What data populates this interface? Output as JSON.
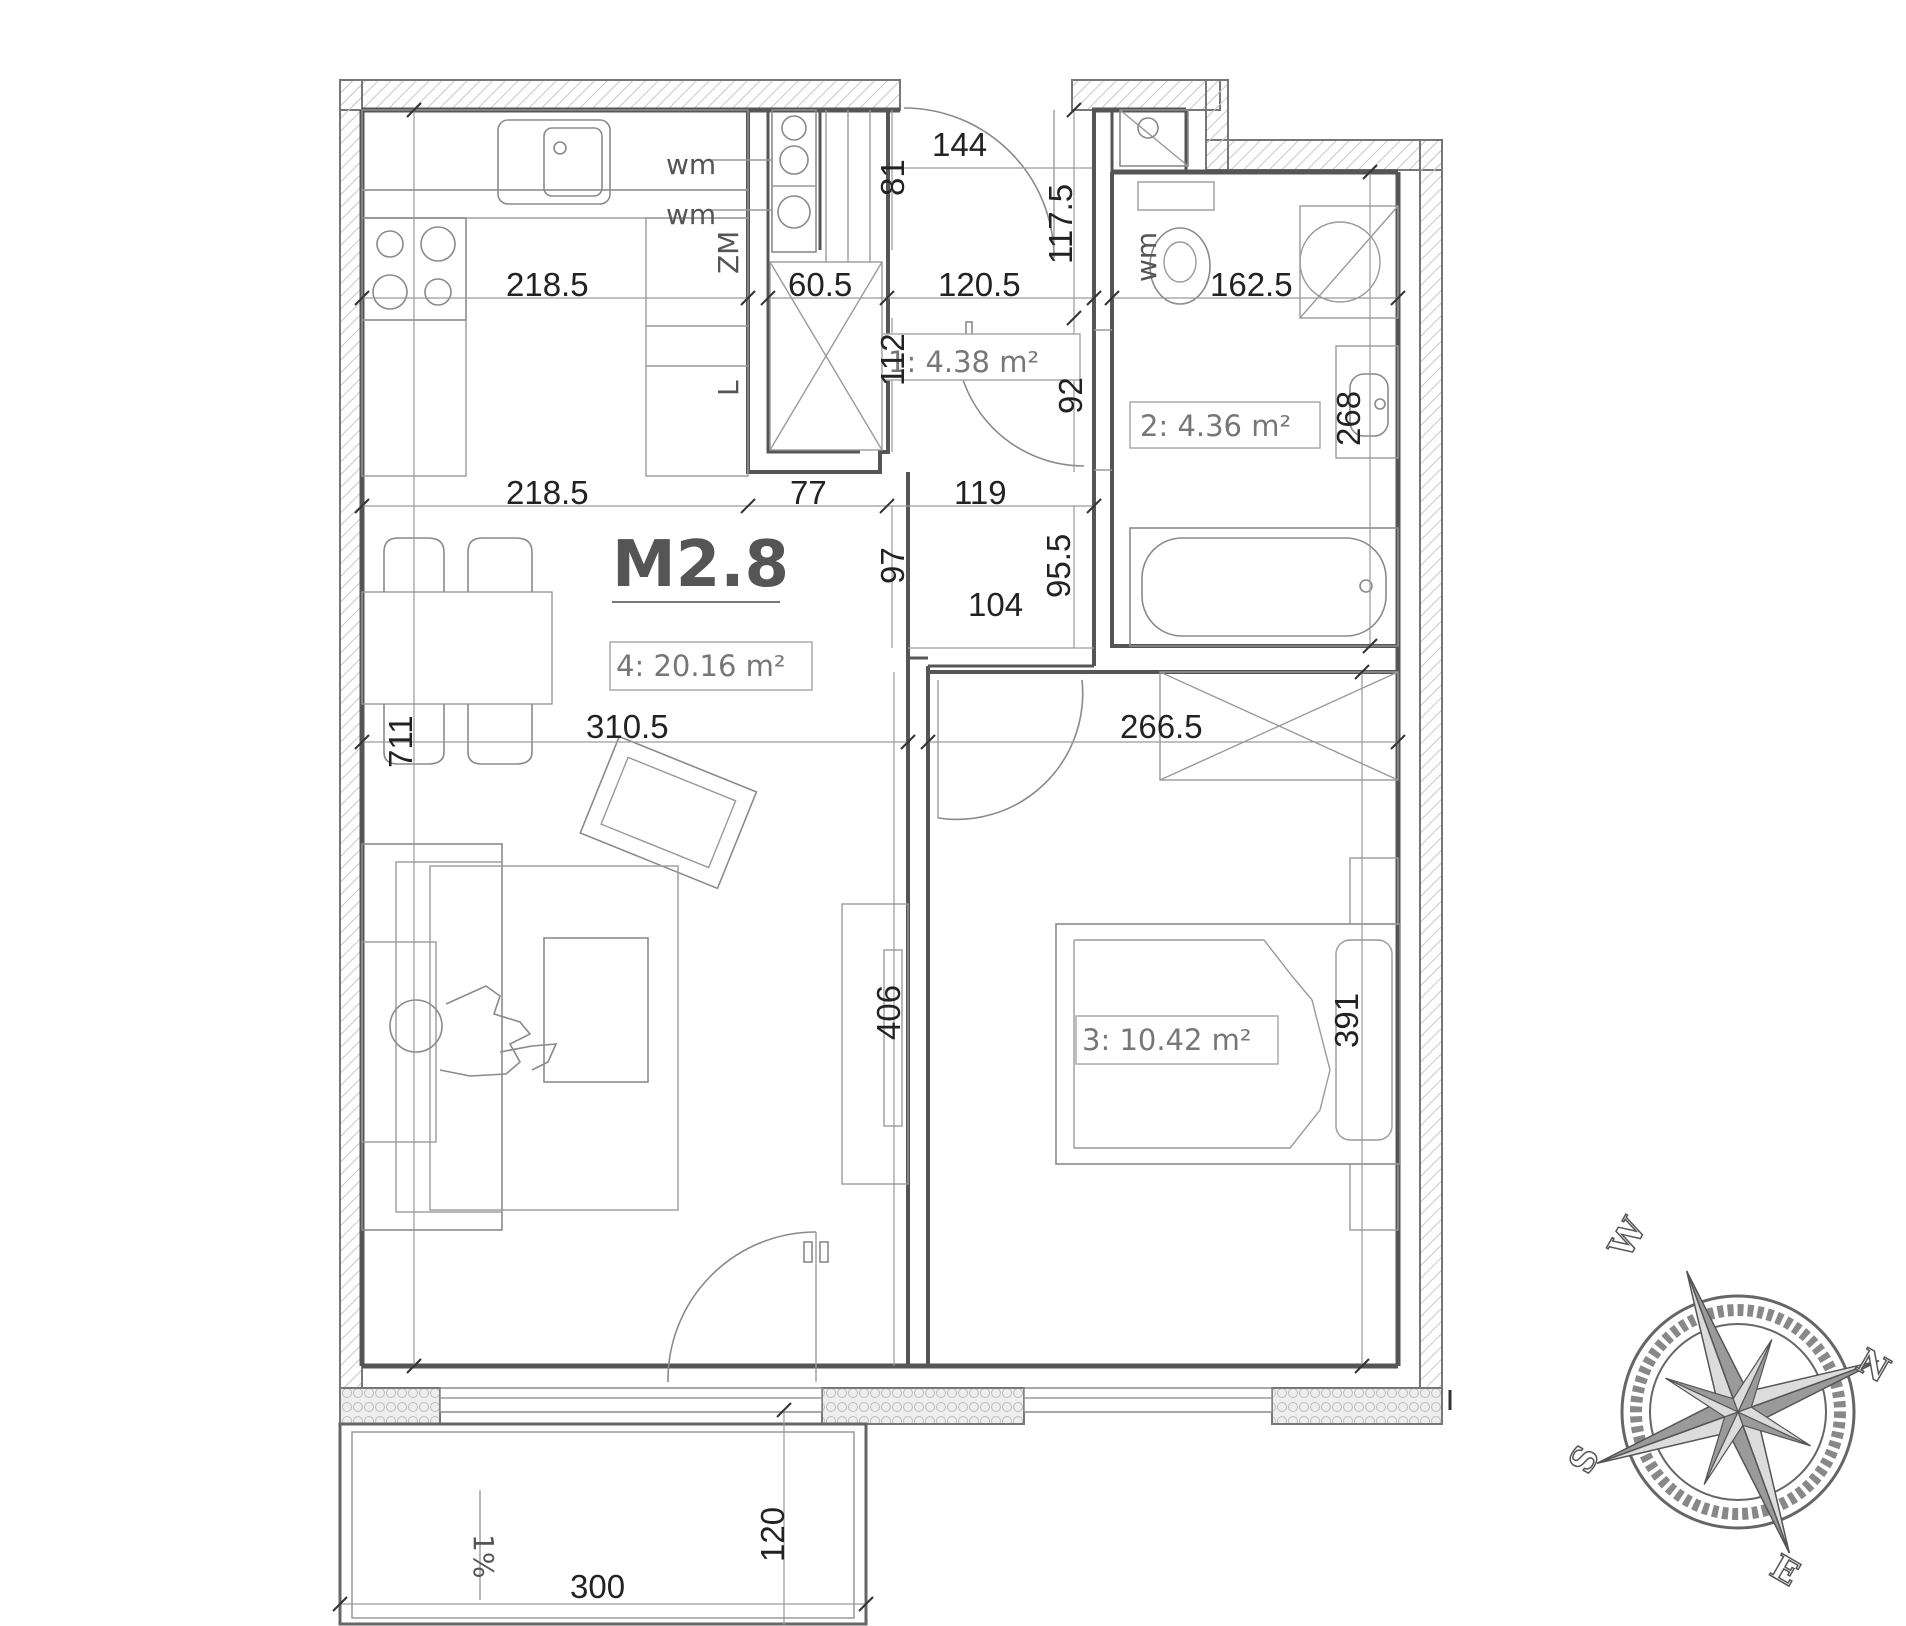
{
  "apartment": {
    "name": "M2.8"
  },
  "rooms": [
    {
      "id": "room-1",
      "label": "1: 4.38 m²"
    },
    {
      "id": "room-2",
      "label": "2: 4.36 m²"
    },
    {
      "id": "room-3",
      "label": "3: 10.42 m²"
    },
    {
      "id": "room-4",
      "label": "4: 20.16 m²"
    }
  ],
  "dimensions": {
    "d_218_5_top": "218.5",
    "d_218_5_bottom": "218.5",
    "d_60_5": "60.5",
    "d_120_5": "120.5",
    "d_144": "144",
    "d_81": "81",
    "d_117_5": "117.5",
    "d_162_5": "162.5",
    "d_112": "112",
    "d_92": "92",
    "d_268": "268",
    "d_77": "77",
    "d_119": "119",
    "d_97": "97",
    "d_95_5": "95.5",
    "d_104": "104",
    "d_711": "711",
    "d_310_5": "310.5",
    "d_266_5": "266.5",
    "d_406": "406",
    "d_391": "391",
    "d_120": "120",
    "d_300": "300"
  },
  "fixture_labels": {
    "wm_1": "wm",
    "wm_2": "wm",
    "wm_bath": "wm",
    "zm": "ZM",
    "l": "L",
    "slope": "1%"
  },
  "compass": {
    "w": "W",
    "n": "N",
    "s": "S",
    "e": "E"
  },
  "colors": {
    "wall": "#555555",
    "hatch": "#c8c8c8",
    "furniture": "#8a8a8a",
    "dimension_text": "#222222",
    "room_label": "#777777"
  }
}
